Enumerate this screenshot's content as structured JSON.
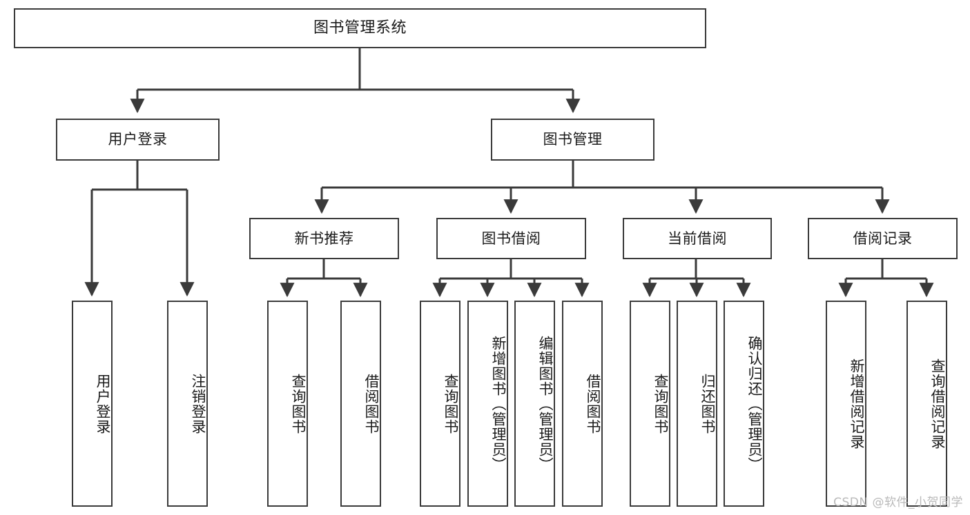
{
  "diagram": {
    "type": "tree",
    "title": "图书管理系统",
    "orientation": "top-down",
    "colors": {
      "background": "#ffffff",
      "node_border": "#3a3a3a",
      "node_fill": "#ffffff",
      "edge": "#3a3a3a",
      "text": "#1a1a1a",
      "watermark": "#b9b9b9"
    },
    "root": {
      "label": "图书管理系统"
    },
    "level1": [
      {
        "label": "用户登录"
      },
      {
        "label": "图书管理"
      }
    ],
    "level2": [
      {
        "label": "新书推荐"
      },
      {
        "label": "图书借阅"
      },
      {
        "label": "当前借阅"
      },
      {
        "label": "借阅记录"
      }
    ],
    "leaves_user_login": [
      {
        "label": "用户登录"
      },
      {
        "label": "注销登录"
      }
    ],
    "leaves_new_books": [
      {
        "label": "查询图书"
      },
      {
        "label": "借阅图书"
      }
    ],
    "leaves_book_borrow": [
      {
        "label": "查询图书"
      },
      {
        "label": "新增图书（管理员）"
      },
      {
        "label": "编辑图书（管理员）"
      },
      {
        "label": "借阅图书"
      }
    ],
    "leaves_current_borrow": [
      {
        "label": "查询图书"
      },
      {
        "label": "归还图书"
      },
      {
        "label": "确认归还（管理员）"
      }
    ],
    "leaves_borrow_record": [
      {
        "label": "新增借阅记录"
      },
      {
        "label": "查询借阅记录"
      }
    ]
  },
  "watermark": {
    "text": "CSDN @软件_小贺同学"
  }
}
